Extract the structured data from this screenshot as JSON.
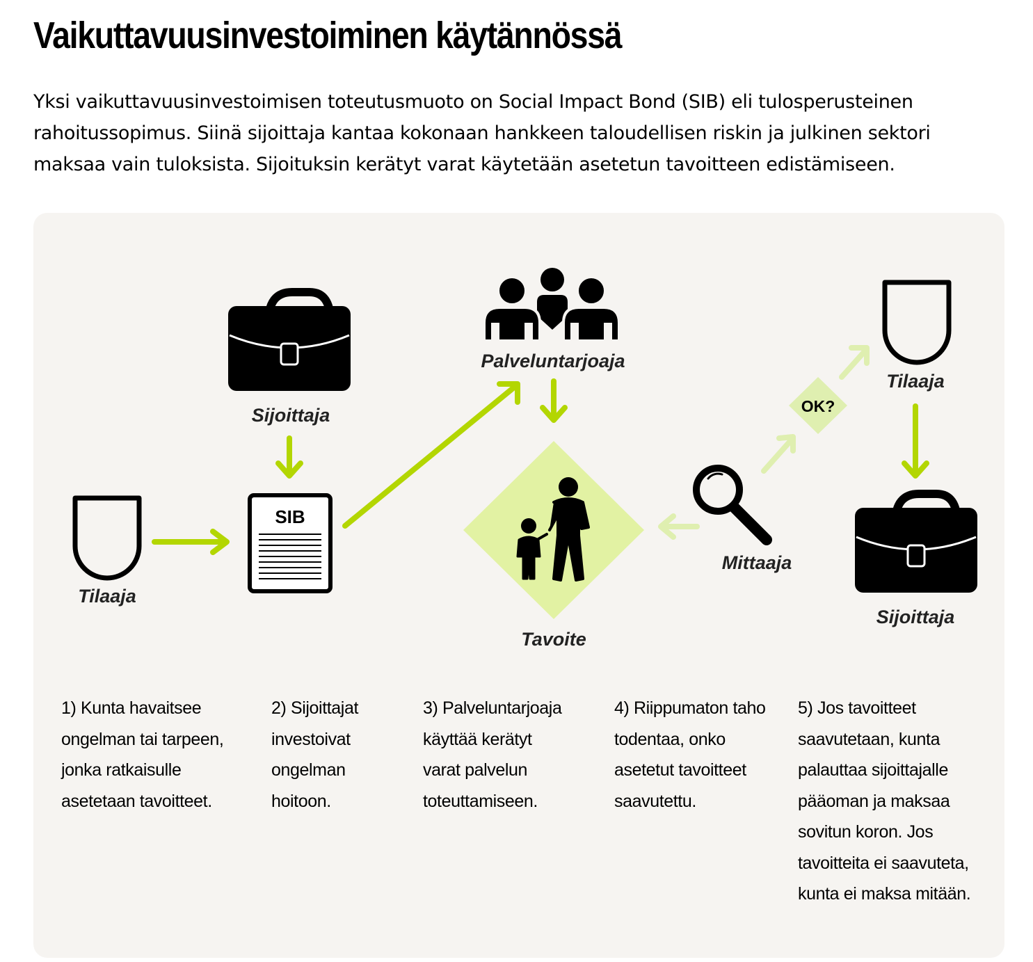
{
  "title": "Vaikuttavuusinvestoiminen käytännössä",
  "intro": "Yksi vaikuttavuusinvestoimisen toteutusmuoto on Social Impact Bond (SIB) eli tulosperusteinen rahoitussopimus. Siinä sijoittaja kantaa kokonaan hankkeen taloudellisen riskin ja julkinen sektori maksaa vain tuloksista. Sijoituksin kerätyt varat käytetään asetetun tavoitteen edistämiseen.",
  "colors": {
    "accent": "#b3d602",
    "accent_light": "#dfefb0",
    "goal_fill": "#e2f2a3",
    "panel": "#f6f4f1",
    "icon": "#000000"
  },
  "diagram": {
    "labels": {
      "tilaaja_left": "Tilaaja",
      "sijoittaja_left": "Sijoittaja",
      "sib": "SIB",
      "palveluntarjoaja": "Palveluntarjoaja",
      "tavoite": "Tavoite",
      "mittaaja": "Mittaaja",
      "ok": "OK?",
      "tilaaja_right": "Tilaaja",
      "sijoittaja_right": "Sijoittaja"
    },
    "icons": [
      "shield-icon",
      "briefcase-icon",
      "document-icon",
      "people-group-icon",
      "parent-child-icon",
      "magnifier-icon"
    ]
  },
  "steps": [
    "1) Kunta havaitsee ongelman tai tarpeen, jonka ratkaisulle asetetaan tavoitteet.",
    "2) Sijoittajat investoivat ongelman hoitoon.",
    "3) Palveluntarjoaja käyttää kerätyt varat palvelun toteuttamiseen.",
    "4) Riippumaton taho todentaa, onko asetetut tavoitteet saavutettu.",
    "5) Jos tavoitteet saavutetaan, kunta palauttaa sijoittajalle pääoman ja maksaa sovitun koron. Jos tavoitteita ei saavuteta, kunta ei maksa mitään."
  ]
}
